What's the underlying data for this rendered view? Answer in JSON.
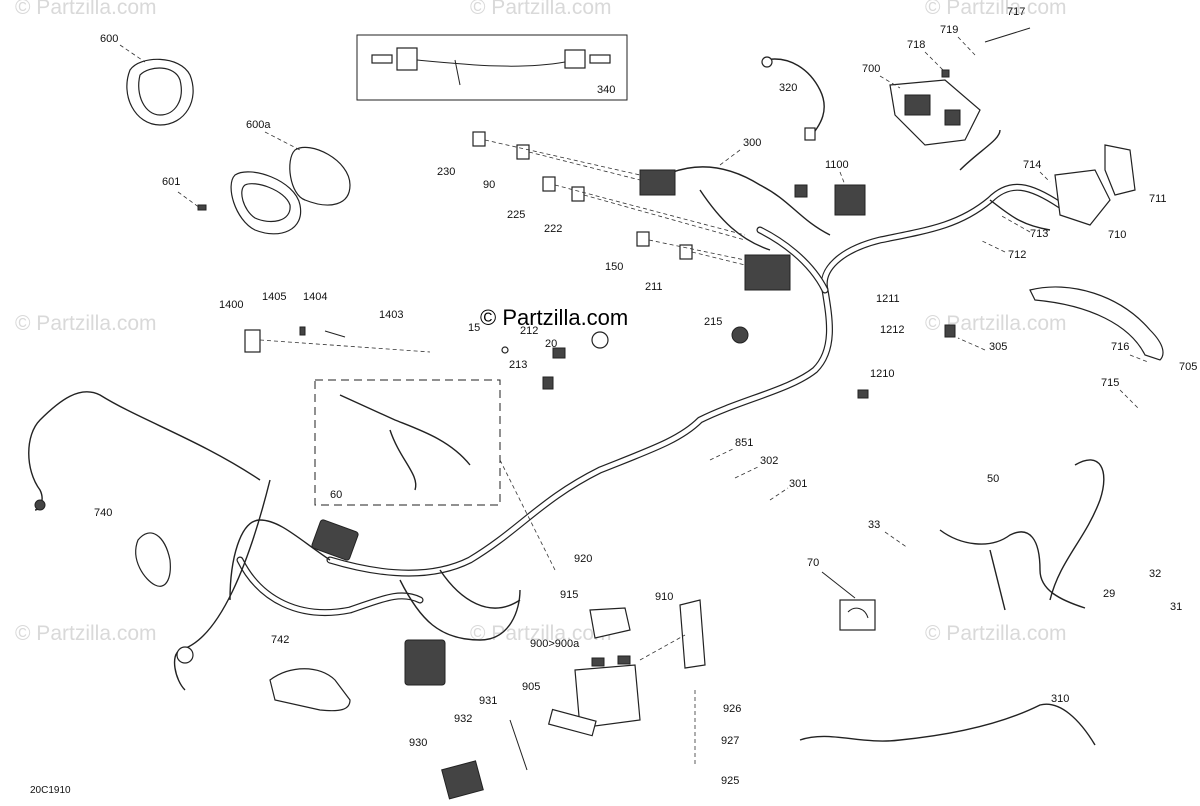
{
  "diagram_code": "20C1910",
  "watermark": {
    "main": "© Partzilla.com",
    "repeat": "© Partzilla.com"
  },
  "labels": {
    "p600": "600",
    "p600a": "600a",
    "p601": "601",
    "p340": "340",
    "p230": "230",
    "p90": "90",
    "p300": "300",
    "p320": "320",
    "p225": "225",
    "p222": "222",
    "p150": "150",
    "p211": "211",
    "p1100": "1100",
    "p700": "700",
    "p718": "718",
    "p719": "719",
    "p717": "717",
    "p714": "714",
    "p711": "711",
    "p713": "713",
    "p710": "710",
    "p712": "712",
    "p1400": "1400",
    "p1405": "1405",
    "p1404": "1404",
    "p1403": "1403",
    "p15x": "15",
    "p212": "212",
    "p20x": "20",
    "p213": "213",
    "p215": "215",
    "p1211": "1211",
    "p1212": "1212",
    "p1210": "1210",
    "p305": "305",
    "p716": "716",
    "p705": "705",
    "p715": "715",
    "p60": "60",
    "p851": "851",
    "p302": "302",
    "p301": "301",
    "p740": "740",
    "p50": "50",
    "p33": "33",
    "p70": "70",
    "p32": "32",
    "p29": "29",
    "p31": "31",
    "p920": "920",
    "p915": "915",
    "p910": "910",
    "p900": "900>900a",
    "p742": "742",
    "p905": "905",
    "p926": "926",
    "p931": "931",
    "p932": "932",
    "p927": "927",
    "p930": "930",
    "p925": "925",
    "p310": "310"
  }
}
